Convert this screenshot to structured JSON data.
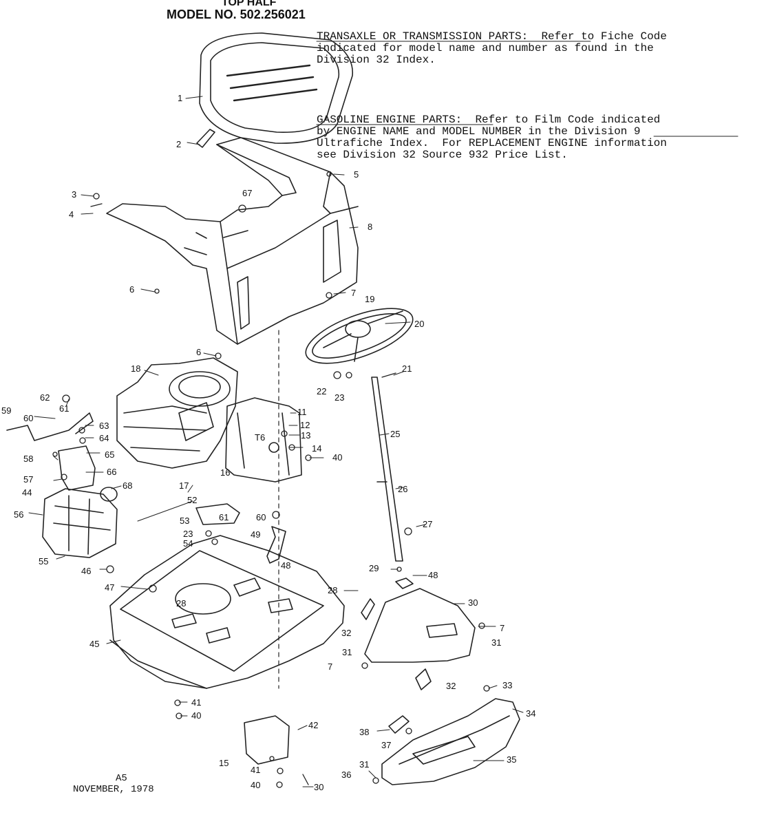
{
  "header": {
    "line1": "TOP HALF",
    "line2": "MODEL NO. 502.256021"
  },
  "notes": {
    "transaxle": [
      "TRANSAXLE OR TRANSMISSION PARTS:  Refer to Fiche Code",
      "indicated for model name and number as found in the",
      "Division 32 Index."
    ],
    "engine": [
      "GASOLINE ENGINE PARTS:  Refer to Film Code indicated",
      "by ENGINE NAME and MODEL NUMBER in the Division 9",
      "Ultrafiche Index.  For REPLACEMENT ENGINE information",
      "see Division 32 Source 932 Price List."
    ]
  },
  "footer": {
    "code": "A5",
    "date": "NOVEMBER, 1978"
  },
  "callouts": [
    "1",
    "2",
    "3",
    "4",
    "5",
    "67",
    "8",
    "6",
    "7",
    "19",
    "20",
    "18",
    "6",
    "21",
    "22",
    "23",
    "25",
    "62",
    "61",
    "59",
    "60",
    "63",
    "64",
    "65",
    "11",
    "12",
    "13",
    "T6",
    "14",
    "40",
    "58",
    "57",
    "66",
    "44",
    "16",
    "17",
    "26",
    "68",
    "56",
    "52",
    "61",
    "53",
    "60",
    "49",
    "23",
    "54",
    "27",
    "48",
    "55",
    "46",
    "47",
    "28",
    "29",
    "48",
    "28",
    "30",
    "7",
    "32",
    "31",
    "45",
    "31",
    "7",
    "32",
    "33",
    "41",
    "40",
    "34",
    "42",
    "38",
    "37",
    "15",
    "35",
    "31",
    "36",
    "41",
    "40",
    "30"
  ]
}
